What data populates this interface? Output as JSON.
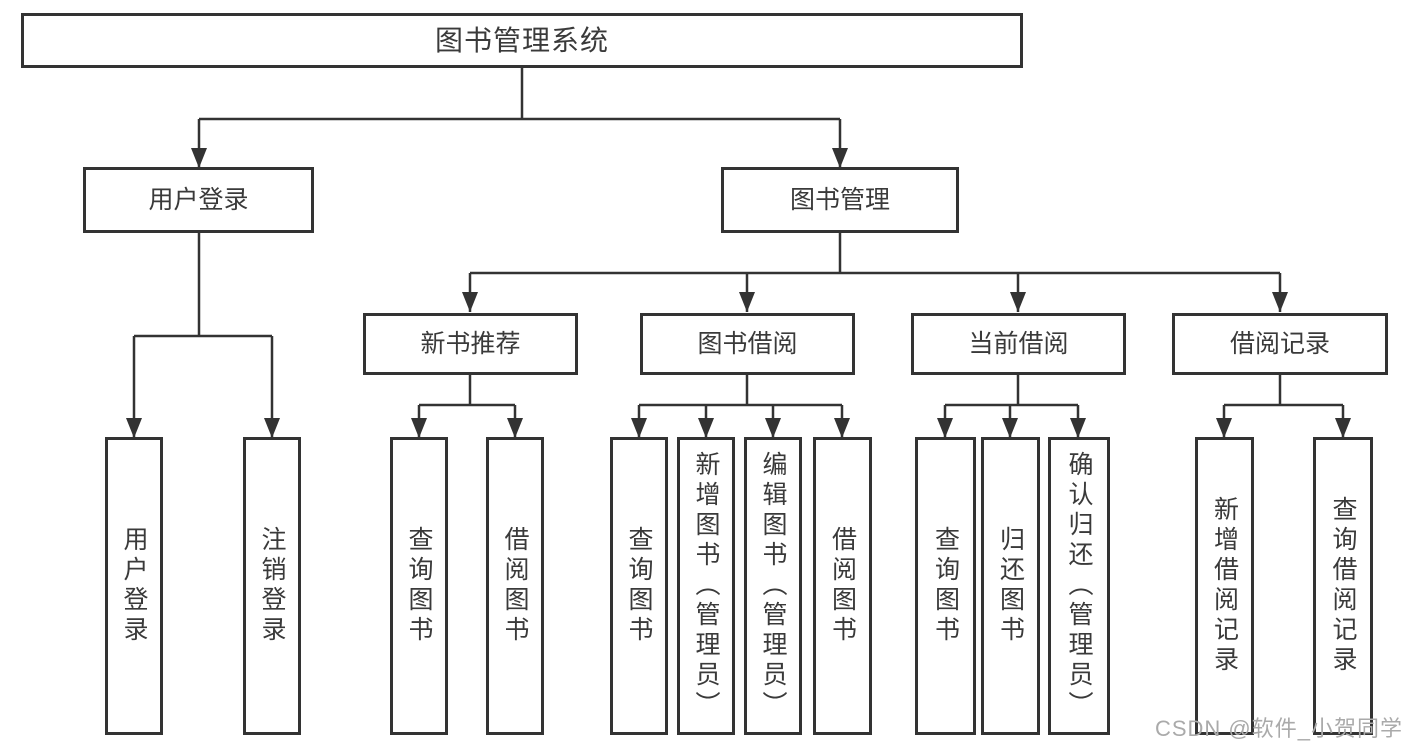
{
  "colors": {
    "line": "#333333",
    "text": "#3a3a3a",
    "watermark": "#aaaaaa",
    "background": "#ffffff"
  },
  "diagram": {
    "root": "图书管理系统",
    "level2": {
      "user_login": "用户登录",
      "book_management": "图书管理"
    },
    "level3": {
      "new_book_recommend": "新书推荐",
      "book_borrow": "图书借阅",
      "current_borrow": "当前借阅",
      "borrow_records": "借阅记录"
    },
    "leaves": {
      "user_login": "用户登录",
      "logout": "注销登录",
      "recommend_query_book": "查询图书",
      "recommend_borrow_book": "借阅图书",
      "borrow_query_book": "查询图书",
      "borrow_add_book_admin": "新增图书（管理员）",
      "borrow_edit_book_admin": "编辑图书（管理员）",
      "borrow_borrow_book": "借阅图书",
      "current_query_book": "查询图书",
      "current_return_book": "归还图书",
      "current_confirm_return_admin": "确认归还（管理员）",
      "records_add_record": "新增借阅记录",
      "records_query_record": "查询借阅记录"
    }
  },
  "watermark": "CSDN @软件_小贺同学"
}
